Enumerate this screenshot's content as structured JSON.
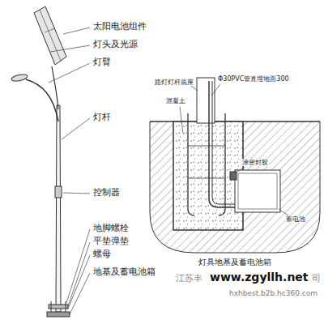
{
  "diagram": {
    "caption": "灯具地基及蓄电池箱",
    "labels": [
      "太阳电池组件",
      "灯头及光源",
      "灯臂",
      "灯杆",
      "控制器",
      "地脚螺栓",
      "平垫弹垫",
      "螺母",
      "地基及蓄电池箱",
      "路灯灯杆底座",
      "Φ30PVC管直埋地面300",
      "混凝土",
      "涂密封胶",
      "蓄电池",
      "江苏丰",
      "www.zgyllh.net",
      "司",
      "hxhbest.b2b.hc360.com"
    ]
  }
}
